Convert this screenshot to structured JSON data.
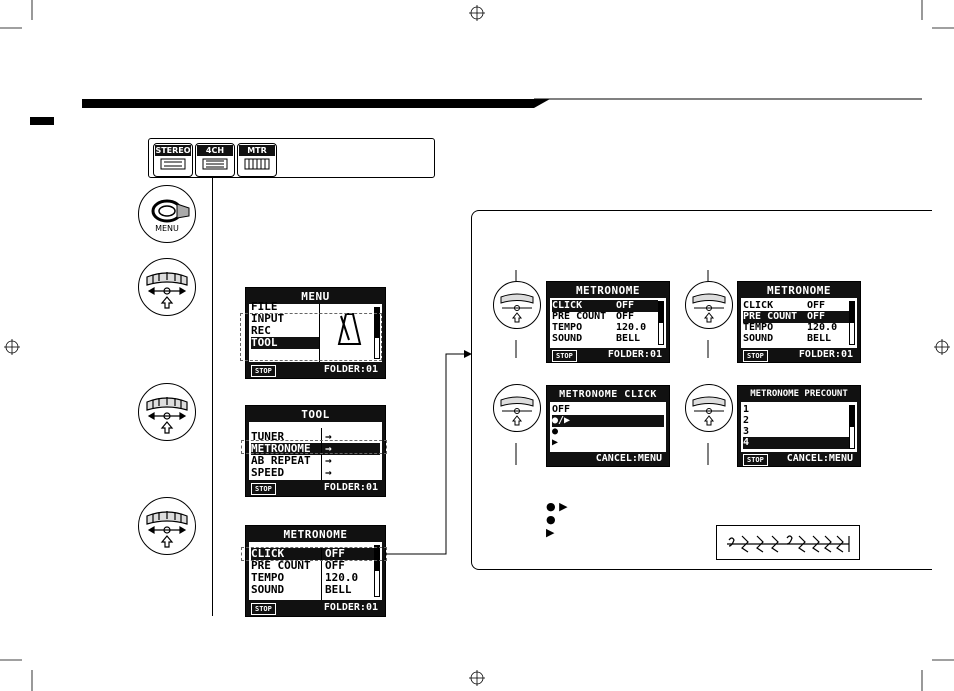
{
  "mode_badges": [
    "STEREO",
    "4CH",
    "MTR"
  ],
  "menu_button_label": "MENU",
  "screens": {
    "menu": {
      "title": "MENU",
      "items": [
        "FILE",
        "INPUT",
        "REC",
        "TOOL"
      ],
      "selected": 3,
      "footer_left": "STOP",
      "footer_right": "FOLDER:01"
    },
    "tool": {
      "title": "TOOL",
      "items": [
        "TUNER",
        "METRONOME",
        "AB REPEAT",
        "SPEED"
      ],
      "arrows": [
        "→",
        "→",
        "→",
        "→"
      ],
      "selected": 1,
      "footer_left": "STOP",
      "footer_right": "FOLDER:01"
    },
    "metronome_left": {
      "title": "METRONOME",
      "rows": [
        [
          "CLICK",
          "OFF"
        ],
        [
          "PRE COUNT",
          "OFF"
        ],
        [
          "TEMPO",
          "120.0"
        ],
        [
          "SOUND",
          "BELL"
        ]
      ],
      "selected": 0,
      "footer_left": "STOP",
      "footer_right": "FOLDER:01"
    },
    "metronome_a": {
      "title": "METRONOME",
      "rows": [
        [
          "CLICK",
          "OFF"
        ],
        [
          "PRE COUNT",
          "OFF"
        ],
        [
          "TEMPO",
          "120.0"
        ],
        [
          "SOUND",
          "BELL"
        ]
      ],
      "selected": 0,
      "footer_left": "STOP",
      "footer_right": "FOLDER:01"
    },
    "metronome_b": {
      "title": "METRONOME",
      "rows": [
        [
          "CLICK",
          "OFF"
        ],
        [
          "PRE COUNT",
          "OFF"
        ],
        [
          "TEMPO",
          "120.0"
        ],
        [
          "SOUND",
          "BELL"
        ]
      ],
      "selected": 1,
      "footer_left": "STOP",
      "footer_right": "FOLDER:01"
    },
    "click": {
      "title": "METRONOME CLICK",
      "items": [
        "OFF",
        "●/▶",
        "●",
        "▶"
      ],
      "selected": 1,
      "footer_right": "CANCEL:MENU"
    },
    "precount": {
      "title": "METRONOME PRECOUNT",
      "items": [
        "1",
        "2",
        "3",
        "4"
      ],
      "selected": 3,
      "footer_left": "STOP",
      "footer_right": "CANCEL:MENU"
    }
  },
  "legend_symbols": [
    "● ▶",
    "●",
    "▶"
  ]
}
